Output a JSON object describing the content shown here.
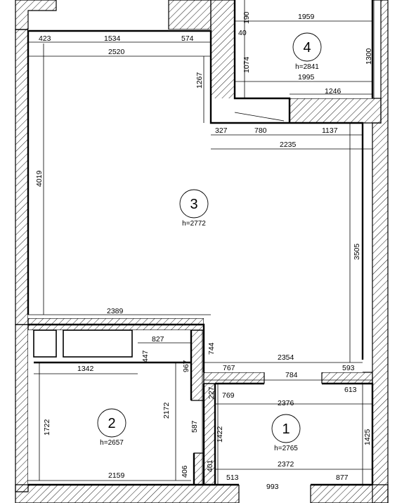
{
  "rooms": [
    {
      "num": "1",
      "height": "h=2765"
    },
    {
      "num": "2",
      "height": "h=2657"
    },
    {
      "num": "3",
      "height": "h=2772"
    },
    {
      "num": "4",
      "height": "h=2841"
    }
  ],
  "dims": {
    "top_423": "423",
    "top_1534": "1534",
    "top_574": "574",
    "top_2520": "2520",
    "d190": "190",
    "d40": "40",
    "d1959": "1959",
    "d1074": "1074",
    "d1300": "1300",
    "d1995": "1995",
    "d1267": "1267",
    "d1246": "1246",
    "d327": "327",
    "d780": "780",
    "d1137": "1137",
    "d2235": "2235",
    "d4019": "4019",
    "d3505": "3505",
    "d2389": "2389",
    "d827": "827",
    "d447": "447",
    "d1342": "1342",
    "d967": "967",
    "d744": "744",
    "d2354": "2354",
    "d767": "767",
    "d784": "784",
    "d593": "593",
    "d227": "227",
    "d769": "769",
    "d613": "613",
    "d2376": "2376",
    "d1722": "1722",
    "d2172": "2172",
    "d587": "587",
    "d1422": "1422",
    "d1425": "1425",
    "d401": "401",
    "d406": "406",
    "d2159": "2159",
    "d2372": "2372",
    "d513": "513",
    "d993": "993",
    "d877": "877"
  }
}
